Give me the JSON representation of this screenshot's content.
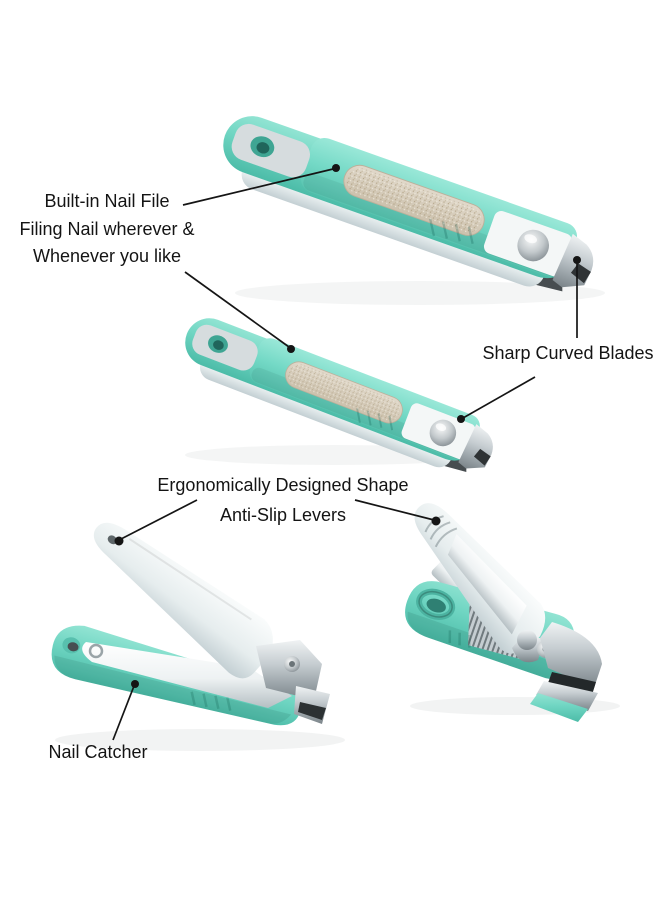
{
  "annotations": {
    "nail_file": {
      "line1": "Built-in Nail File",
      "line2": "Filing Nail wherever &",
      "line3": "Whenever you like"
    },
    "blades": {
      "label": "Sharp Curved Blades"
    },
    "ergonomic": {
      "line1": "Ergonomically Designed Shape",
      "line2": "Anti-Slip Levers"
    },
    "catcher": {
      "label": "Nail Catcher"
    }
  },
  "figures": [
    "clipper-closed-top",
    "clipper-closed-middle",
    "clipper-open-bottom-left",
    "clipper-open-bottom-right"
  ],
  "colors": {
    "background": "#ffffff",
    "body_teal": "#6fd5c2",
    "body_teal_dark": "#4fbfab",
    "lever_white": "#e9eff0",
    "chrome": "#b9c0c4",
    "nail_file_beige": "#d6ccba",
    "annotation_line": "#151515",
    "text": "#141414"
  }
}
